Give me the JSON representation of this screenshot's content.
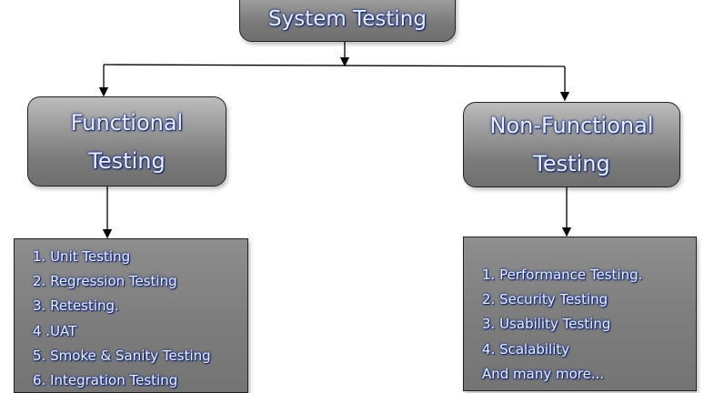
{
  "root": {
    "title": "System Testing"
  },
  "functional": {
    "title_line1": "Functional",
    "title_line2": "Testing",
    "items": [
      "1. Unit Testing",
      "2. Regression Testing",
      "3. Retesting.",
      "4 .UAT",
      "5. Smoke & Sanity Testing",
      "6. Integration Testing"
    ]
  },
  "non_functional": {
    "title_line1": "Non-Functional",
    "title_line2": "Testing",
    "items": [
      "1. Performance Testing.",
      "2. Security Testing",
      "3. Usability Testing",
      "4. Scalability",
      "And many more..."
    ]
  }
}
